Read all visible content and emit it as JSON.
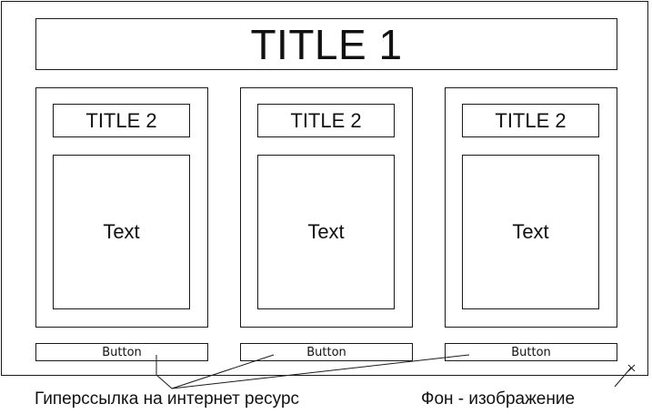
{
  "main_title": "TITLE 1",
  "columns": [
    {
      "title": "TITLE 2",
      "text": "Text",
      "button": "Button"
    },
    {
      "title": "TITLE 2",
      "text": "Text",
      "button": "Button"
    },
    {
      "title": "TITLE 2",
      "text": "Text",
      "button": "Button"
    }
  ],
  "annotations": {
    "hyperlink": "Гиперссылка на интернет ресурс",
    "background": "Фон - изображение"
  }
}
